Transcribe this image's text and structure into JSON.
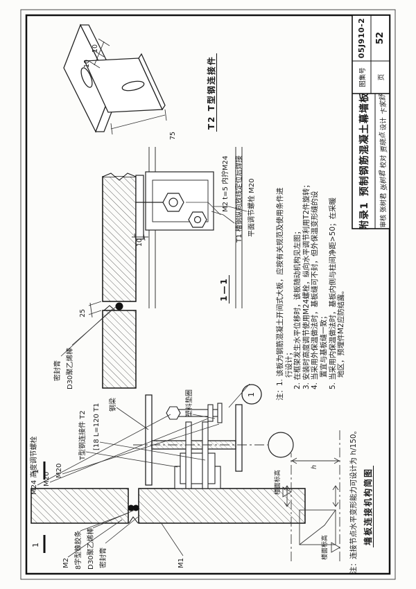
{
  "title_block": {
    "fig_label": "附录1",
    "title": "预制钢筋混凝土幕墙板",
    "atlas_no_label": "图集号",
    "atlas_no": "05J910-2",
    "page_label": "页",
    "page_no": "52",
    "reviewer_label": "审核",
    "reviewer": "张树君",
    "reviewer_sig": "张树君",
    "checker_label": "校对",
    "checker": "贾晓点",
    "checker_sig": "贾晓点",
    "designer_label": "设计",
    "designer": "卞家舒",
    "designer_sig": "卞家舒"
  },
  "notes": {
    "lines": [
      "注：1. 该板为钢筋混凝土开间式大板，应按有关规范及使用条件进",
      "行设计；",
      "2. 在框架发生水平位移时，该板随动机构见左图；",
      "3. 安装时高度调节使用M24螺栓，纵向水平调节利用T2件旋转；",
      "4. 当采用外保温做法时，基板缝可不封，但外保温变形缝的设",
      "置宜与基板缝一致；",
      "5. 当采用内保温做法时，基板内侧与柱间净距>50；在采暖",
      "地区，预埋件M2应防结露。"
    ]
  },
  "fig_bracket": {
    "title": "T2 T型钢连接件",
    "dim_75": "75",
    "dim_10a": "10",
    "dim_10b": "10"
  },
  "fig_section": {
    "title": "1—1",
    "dim_25": "25",
    "dim_10": "10",
    "label_sealant": "密封膏",
    "label_rod": "D30聚乙烯棒",
    "label_m2_plate": "M2 t=5 内拧M24",
    "label_t1": "T1 槽钢纵向放线定位后焊接",
    "label_plan_bolt": "平面调节螺栓 M20"
  },
  "fig_mech": {
    "title": "墙板连接机构简图",
    "labels_top": [
      "M24 高度调节螺栓",
      "M20",
      "M20",
      "T型钢连接件 T2",
      "[18 L=120 T1",
      "钢梁"
    ],
    "labels_left": [
      "M2",
      "8字型橡胶条",
      "D30聚乙烯棒",
      "密封膏"
    ],
    "label_m1": "M1",
    "label_washer": "塑料垫圈",
    "detail_bubble": "1",
    "cut_mark_a": "1",
    "cut_mark_b": "1"
  },
  "fig_floor": {
    "floor_label_1": "楼面标高",
    "floor_label_2": "楼面标高",
    "dim_h": "h",
    "note": "注：连接节点水平变形能力可设计为 h/150。"
  },
  "colors": {
    "line": "#1b1b1b",
    "paper": "#fcfcfa"
  }
}
